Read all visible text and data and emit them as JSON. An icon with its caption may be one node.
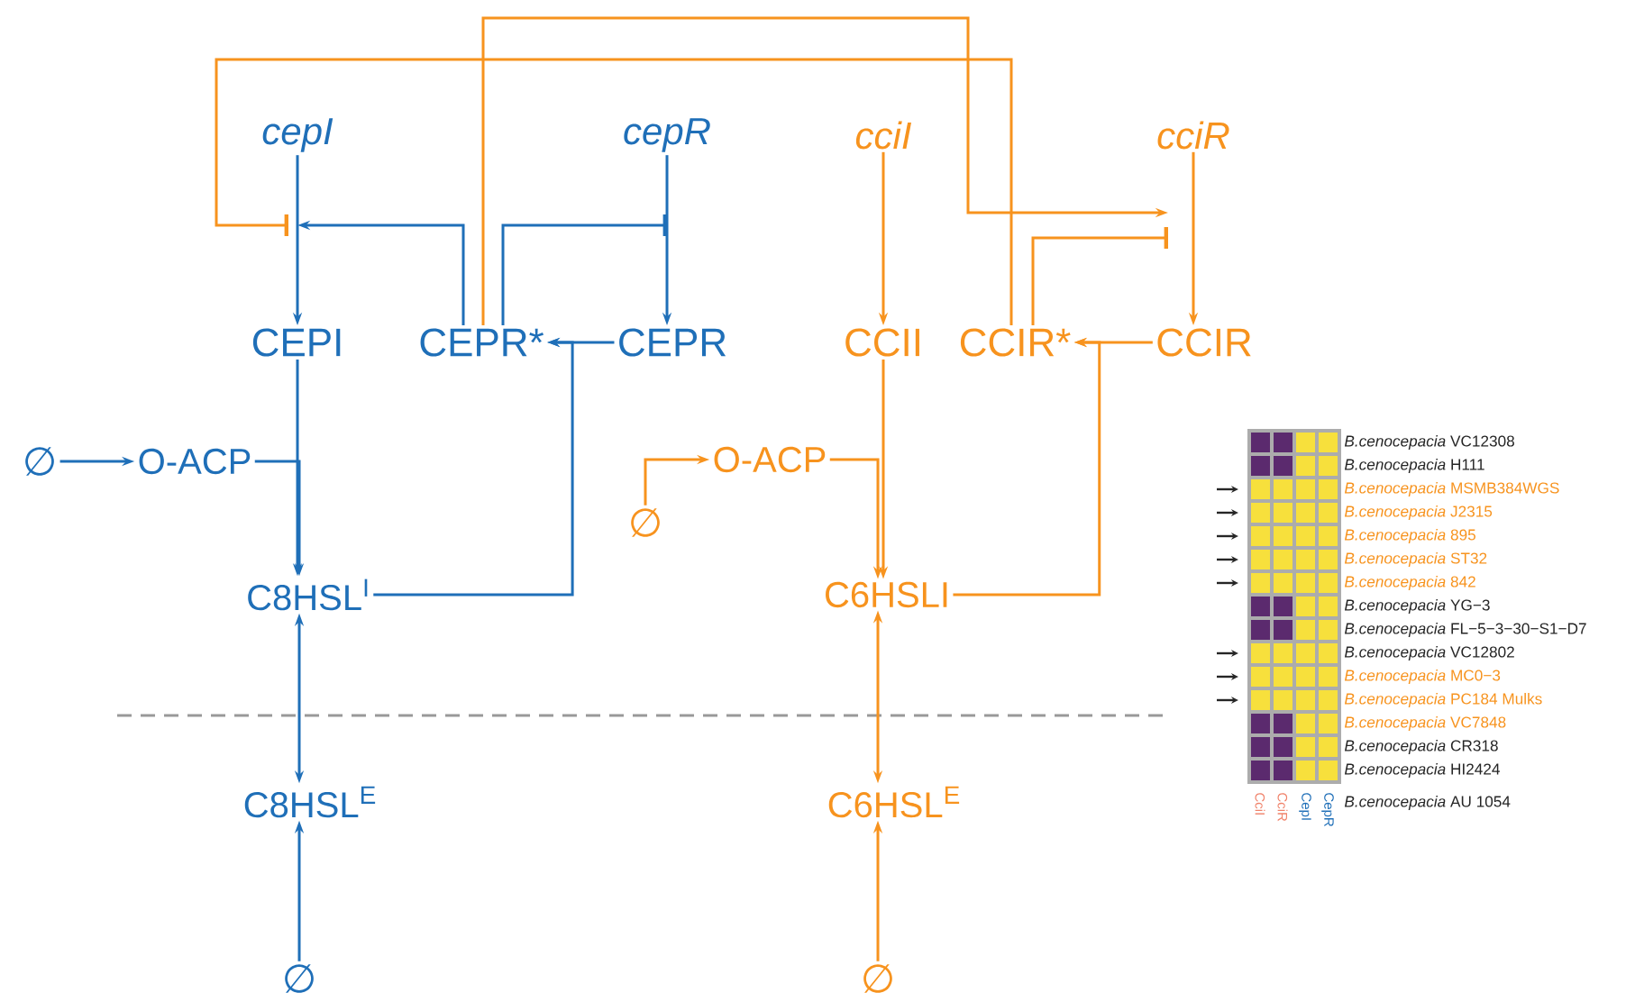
{
  "diagram": {
    "nodes": [
      {
        "text": [
          "*cepI*"
        ]
      },
      {
        "text": [
          "*cepR*"
        ]
      },
      {
        "text": [
          "*cciI*"
        ]
      },
      {
        "text": [
          "*cciR*"
        ]
      },
      {
        "text": [
          "CEPI"
        ]
      },
      {
        "text": [
          "CEPR*"
        ]
      },
      {
        "text": [
          "CEPR"
        ]
      },
      {
        "text": [
          "CCII"
        ]
      },
      {
        "text": [
          "CCIR*"
        ]
      },
      {
        "text": [
          "CCIR"
        ]
      },
      {
        "text": [
          "∅"
        ]
      },
      {
        "text": [
          "O-ACP"
        ]
      },
      {
        "text": [
          "C8HSL$^{I}$"
        ]
      },
      {
        "text": [
          "∅"
        ]
      },
      {
        "text": [
          "O-ACP"
        ]
      },
      {
        "text": [
          "C6HSLI"
        ]
      },
      {
        "text": [
          "C8HSL$^{E}$"
        ]
      },
      {
        "text": [
          "C6HSL$^{E}$"
        ]
      },
      {
        "text": [
          "∅"
        ]
      },
      {
        "text": [
          "∅"
        ]
      }
    ],
    "edges": [
      {
        "from": 0,
        "to": 4,
        "arrow": "to",
        "color": "#1f6fb8"
      },
      {
        "from": 1,
        "to": 6,
        "arrow": "to",
        "color": "#1f6fb8"
      },
      {
        "from": 2,
        "to": 7,
        "arrow": "to",
        "color": "#f7931e"
      },
      {
        "from": 3,
        "to": 9,
        "arrow": "to",
        "color": "#f7931e"
      },
      {
        "from": 5,
        "to": 0,
        "arrow": "to",
        "color": "#1f6fb8"
      },
      {
        "from": 5,
        "to": 1,
        "arrow": "other",
        "color": "#1f6fb8"
      },
      {
        "from": 5,
        "to": 3,
        "arrow": "to",
        "color": "#f7931e"
      },
      {
        "from": 8,
        "to": 0,
        "arrow": "other",
        "color": "#f7931e"
      },
      {
        "from": 8,
        "to": 3,
        "arrow": "other",
        "color": "#f7931e"
      },
      {
        "from": 6,
        "to": 5,
        "arrow": "to",
        "color": "#1f6fb8"
      },
      {
        "from": 12,
        "to": 5,
        "arrow": "to",
        "color": "#1f6fb8"
      },
      {
        "from": 9,
        "to": 8,
        "arrow": "to",
        "color": "#f7931e"
      },
      {
        "from": 15,
        "to": 8,
        "arrow": "to",
        "color": "#f7931e"
      },
      {
        "from": 4,
        "to": 12,
        "arrow": "to",
        "color": "#1f6fb8"
      },
      {
        "from": 11,
        "to": 12,
        "arrow": "to",
        "color": "#1f6fb8"
      },
      {
        "from": 10,
        "to": 11,
        "arrow": "to",
        "color": "#1f6fb8"
      },
      {
        "from": 7,
        "to": 15,
        "arrow": "to",
        "color": "#f7931e"
      },
      {
        "from": 14,
        "to": 15,
        "arrow": "to",
        "color": "#f7931e"
      },
      {
        "from": 13,
        "to": 14,
        "arrow": "to",
        "color": "#f7931e"
      },
      {
        "from": 12,
        "to": 16,
        "arrow": "both",
        "color": "#1f6fb8"
      },
      {
        "from": 18,
        "to": 16,
        "arrow": "to",
        "color": "#1f6fb8"
      },
      {
        "from": 15,
        "to": 17,
        "arrow": "both",
        "color": "#f7931e"
      },
      {
        "from": 19,
        "to": 17,
        "arrow": "to",
        "color": "#f7931e"
      }
    ],
    "labels": [
      "*B.cenocepacia* VC12308",
      "*B.cenocepacia* H111",
      "*B.cenocepacia* MSMB384WGS",
      "*B.cenocepacia* J2315",
      "*B.cenocepacia* 895",
      "*B.cenocepacia* ST32",
      "*B.cenocepacia* 842",
      "*B.cenocepacia* YG−3",
      "*B.cenocepacia* FL−5−3−30−S1−D7",
      "*B.cenocepacia* VC12802",
      "*B.cenocepacia* MC0−3",
      "*B.cenocepacia* PC184 Mulks",
      "*B.cenocepacia* VC7848",
      "*B.cenocepacia* CR318",
      "*B.cenocepacia* HI2424",
      "*B.cenocepacia* AU 1054",
      "CciI",
      "CciR",
      "CepI",
      "CepR"
    ]
  }
}
